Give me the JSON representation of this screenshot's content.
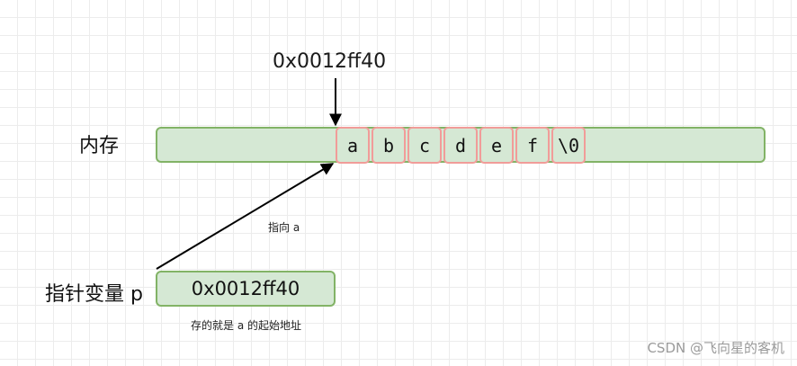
{
  "address_top": "0x0012ff40",
  "memory": {
    "label": "内存",
    "cells": [
      "a",
      "b",
      "c",
      "d",
      "e",
      "f",
      "\\0"
    ]
  },
  "pointer": {
    "label": "指针变量 p",
    "value": "0x0012ff40"
  },
  "notes": {
    "points_to": "指向 a",
    "stores_address": "存的就是 a 的起始地址"
  },
  "watermark": "CSDN @飞向星的客机",
  "colors": {
    "fill_green": "#d5e8d4",
    "stroke_green": "#82b366",
    "stroke_red": "#f19c99",
    "arrow": "#000000"
  }
}
